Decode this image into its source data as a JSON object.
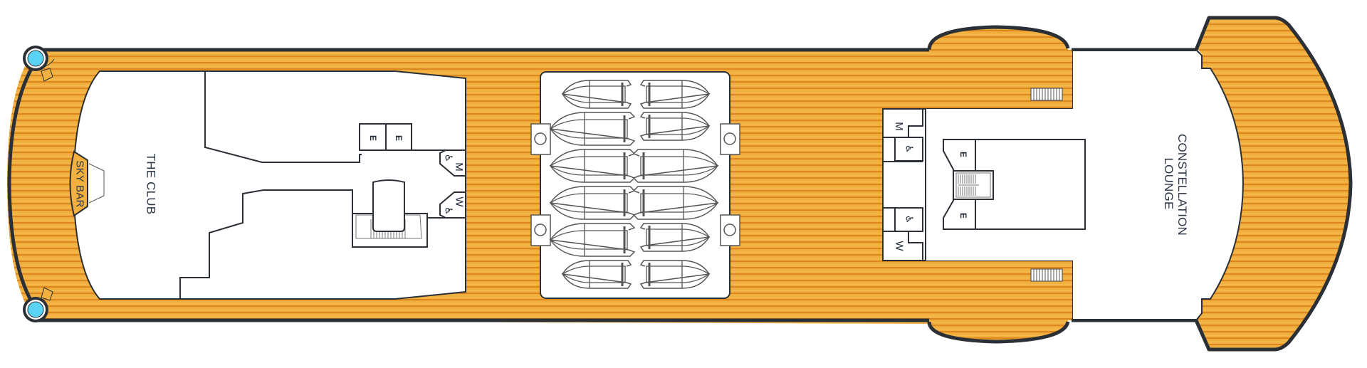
{
  "deck_plan": {
    "colors": {
      "deck_wood": "#F2B03E",
      "deck_stripe": "#D9801A",
      "hull_outline": "#2b2f36",
      "interior": "#ffffff",
      "jacuzzi": "#5BD3F5",
      "wall": "#2b2f36"
    },
    "venues": {
      "sky_bar": "SKY BAR",
      "the_club": "THE CLUB",
      "constellation_line1": "CONSTELLATION",
      "constellation_line2": "LOUNGE"
    },
    "aft_facilities": {
      "elevator_1": "E",
      "elevator_2": "E",
      "restroom_men": "M",
      "restroom_women": "W",
      "accessible_icon_1": "♿",
      "accessible_icon_2": "♿"
    },
    "forward_facilities": {
      "elevator_1": "E",
      "elevator_2": "E",
      "restroom_men": "M",
      "restroom_women": "W",
      "accessible_icon_1": "♿",
      "accessible_icon_2": "♿"
    },
    "lifeboats": {
      "count": 12,
      "rows": 6,
      "columns": 2
    },
    "jacuzzis": {
      "count": 2
    }
  }
}
